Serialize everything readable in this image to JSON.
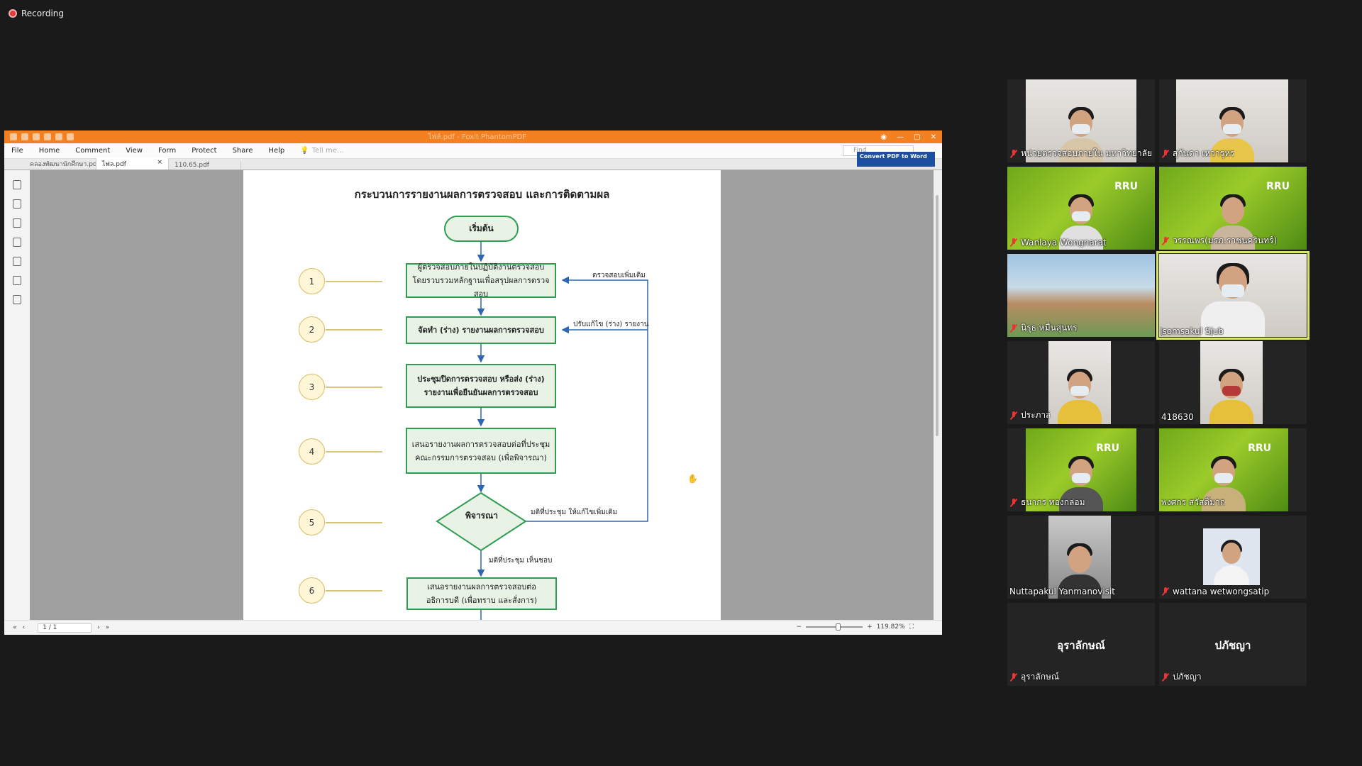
{
  "recording": {
    "label": "Recording"
  },
  "app": {
    "title": "ไฟล์.pdf - Foxit PhantomPDF",
    "menu": [
      "File",
      "Home",
      "Comment",
      "View",
      "Form",
      "Protect",
      "Share",
      "Help"
    ],
    "tell_me": "Tell me...",
    "find_placeholder": "Find",
    "tabs": [
      "คลองพัฒนานักศึกษา.pdf",
      "ไฟล.pdf",
      "110.65.pdf"
    ],
    "convert_label": "Convert PDF to Word",
    "page_indicator": "1 / 1",
    "zoom_level": "119.82%"
  },
  "flowchart": {
    "title": "กระบวนการรายงานผลการตรวจสอบ และการติดตามผล",
    "start": "เริ่มต้น",
    "steps": [
      {
        "num": "1",
        "text": "ผู้ตรวจสอบภายในปฏิบัติงานตรวจสอบ โดยรวบรวมหลักฐานเพื่อสรุปผลการตรวจสอบ"
      },
      {
        "num": "2",
        "text": "จัดทำ (ร่าง) รายงานผลการตรวจสอบ"
      },
      {
        "num": "3",
        "text": "ประชุมปิดการตรวจสอบ หรือส่ง (ร่าง) รายงานเพื่อยืนยันผลการตรวจสอบ"
      },
      {
        "num": "4",
        "text": "เสนอรายงานผลการตรวจสอบต่อที่ประชุม คณะกรรมการตรวจสอบ (เพื่อพิจารณา)"
      },
      {
        "num": "5",
        "text": "พิจารณา"
      },
      {
        "num": "6",
        "text": "เสนอรายงานผลการตรวจสอบต่ออธิการบดี (เพื่อทราบ และสั่งการ)"
      }
    ],
    "loop_labels": {
      "recheck": "ตรวจสอบเพิ่มเติม",
      "revise": "ปรับแก้ไข (ร่าง) รายงาน",
      "reject": "มติที่ประชุม ให้แก้ไขเพิ่มเติม",
      "approve": "มติที่ประชุม เห็นชอบ"
    }
  },
  "participants": [
    {
      "name": "หน่วยตรวจสอบภายใน มหาวิทยาลัย...",
      "muted": true
    },
    {
      "name": "สุกันดา  เหวารุหร",
      "muted": true
    },
    {
      "name": "Wanlaya Wongnarat",
      "muted": true
    },
    {
      "name": "วรรณพร(มรภ.ราชนครินทร์)",
      "muted": true
    },
    {
      "name": "นิรุธ หมื่นสุนทร",
      "muted": true
    },
    {
      "name": "Jsomsakul Sjub",
      "muted": false
    },
    {
      "name": "ประภาส",
      "muted": true
    },
    {
      "name": "418630",
      "muted": false
    },
    {
      "name": "ธนากร ทองกล่อม",
      "muted": true
    },
    {
      "name": "พงศกร สวัสดิ์มาก",
      "muted": false
    },
    {
      "name": "Nuttapakul Yanmanovisit",
      "muted": false
    },
    {
      "name": "wattana wetwongsatip",
      "muted": true
    },
    {
      "name": "อุราลักษณ์",
      "muted": true,
      "display": "อุราลักษณ์"
    },
    {
      "name": "ปภัชญา",
      "muted": true,
      "display": "ปภัชญา"
    }
  ],
  "colors": {
    "titlebar": "#f38121",
    "flow_border": "#2f9c52",
    "flow_fill": "#e8f3e6",
    "arrow": "#2f66b3",
    "speaker_outline": "#d8e66a"
  }
}
